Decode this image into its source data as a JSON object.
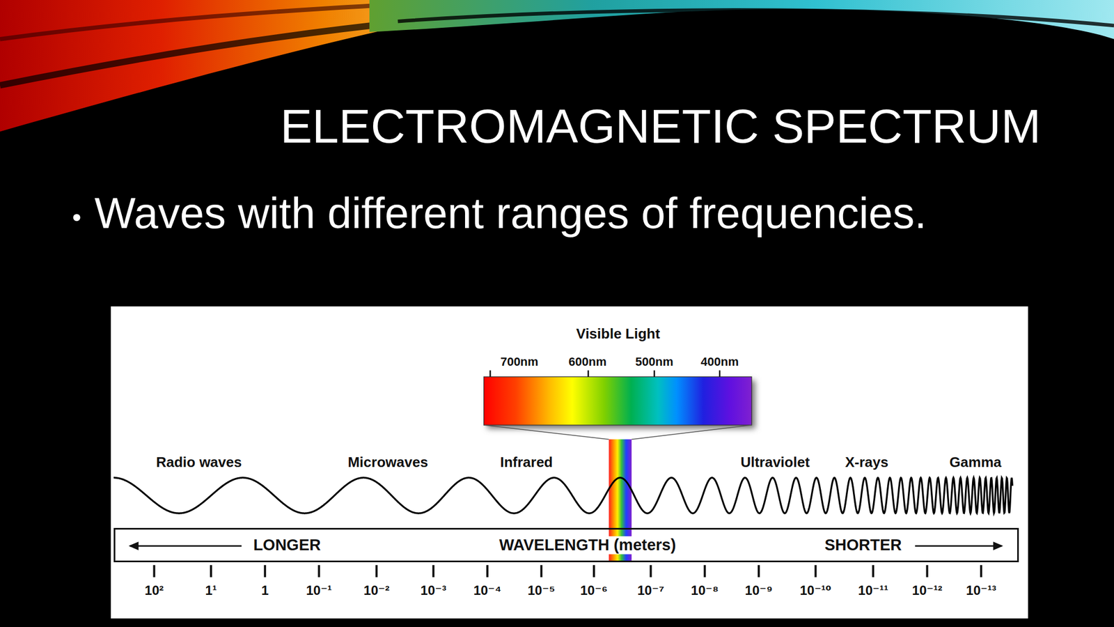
{
  "diagram": {
    "title": "ELECTROMAGNETIC SPECTRUM",
    "nodes": [
      {
        "text": [
          "LONGER",
          "WAVELENGTH (meters)",
          "SHORTER"
        ]
      }
    ],
    "labels": [
      "Waves with different ranges of frequencies.",
      "Visible Light",
      "700nm",
      "600nm",
      "500nm",
      "400nm",
      "Radio waves",
      "Microwaves",
      "Infrared",
      "Ultraviolet",
      "X-rays",
      "Gamma",
      "10²",
      "1¹",
      "1",
      "10⁻¹",
      "10⁻²",
      "10⁻³",
      "10⁻⁴",
      "10⁻⁵",
      "10⁻⁶",
      "10⁻⁷",
      "10⁻⁸",
      "10⁻⁹",
      "10⁻¹⁰",
      "10⁻¹¹",
      "10⁻¹²",
      "10⁻¹³"
    ]
  }
}
